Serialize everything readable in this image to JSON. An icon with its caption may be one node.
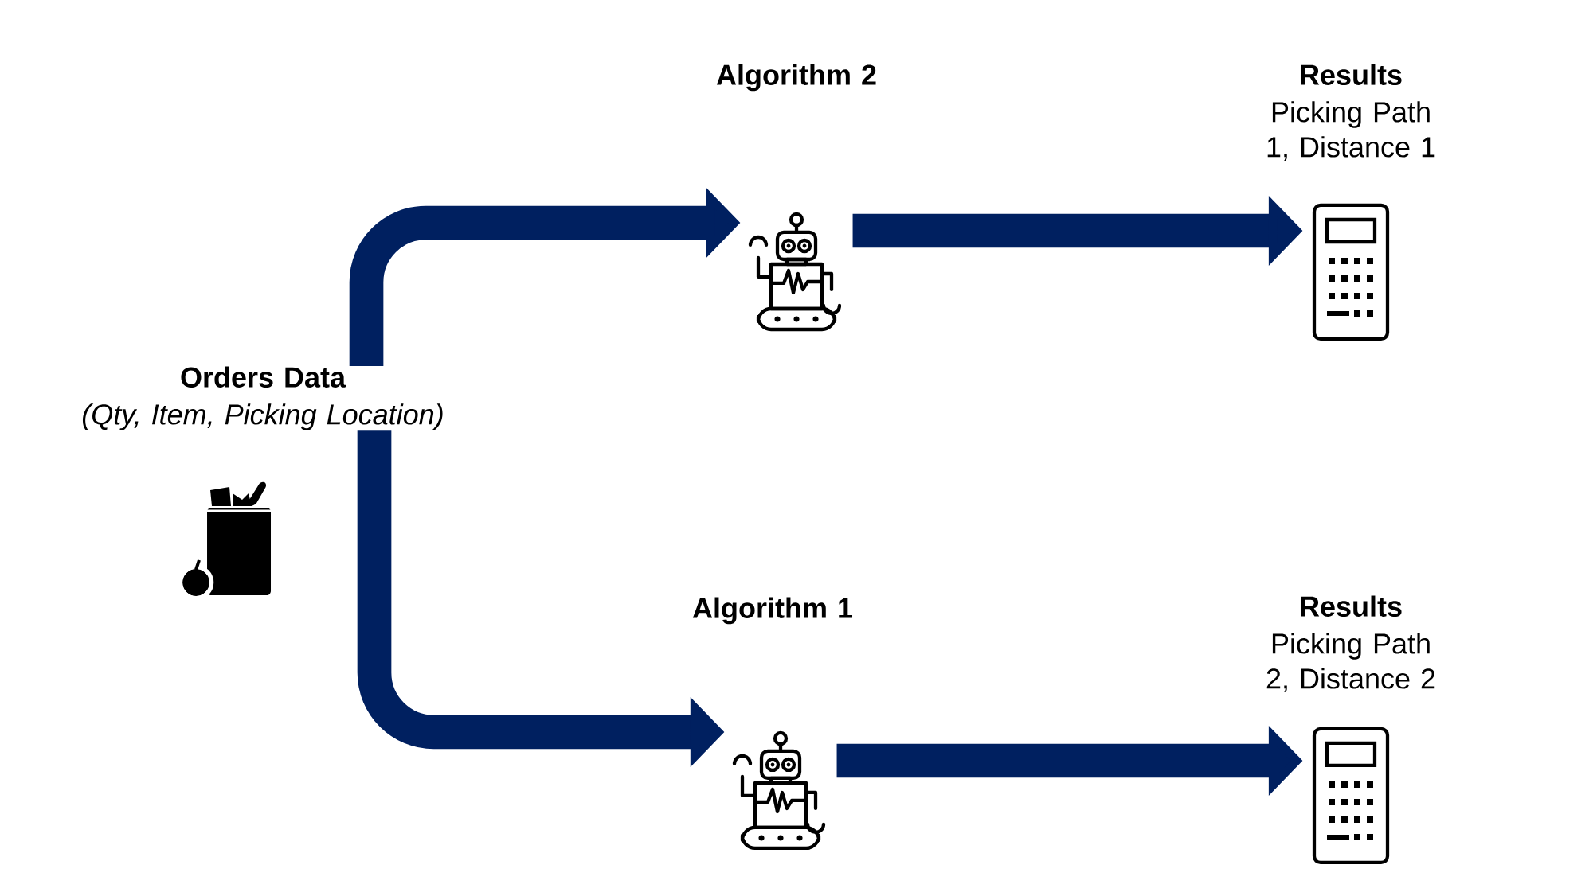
{
  "diagram": {
    "nodes": [
      {
        "text": [
          "Orders Data",
          "(Qty, Item, Picking Location)"
        ]
      },
      {
        "text": [
          "Algorithm 2"
        ]
      },
      {
        "text": [
          "Results",
          "Picking Path 1, Distance 1"
        ]
      },
      {
        "text": [
          "Algorithm 1"
        ]
      },
      {
        "text": [
          "Results",
          "Picking Path 2, Distance 2"
        ]
      }
    ],
    "edges": [
      {
        "from": 0,
        "to": 1,
        "arrow": "to"
      },
      {
        "from": 1,
        "to": 2,
        "arrow": "to"
      },
      {
        "from": 0,
        "to": 3,
        "arrow": "to"
      },
      {
        "from": 3,
        "to": 4,
        "arrow": "to"
      }
    ]
  }
}
